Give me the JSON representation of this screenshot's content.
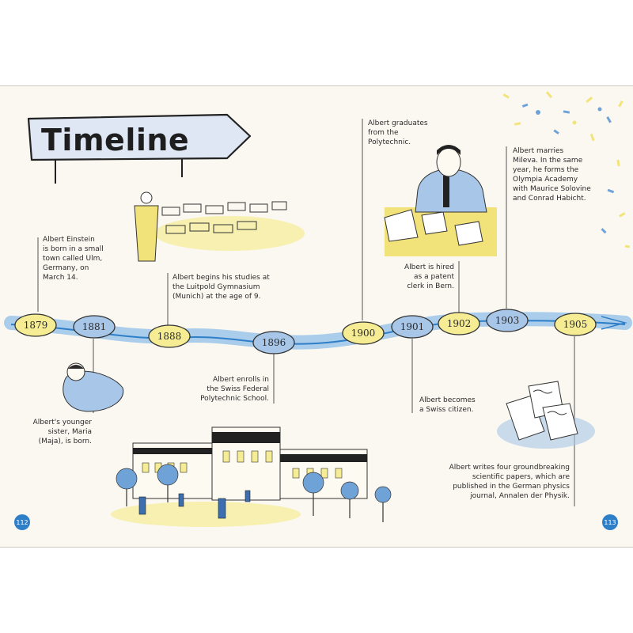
{
  "title": "Timeline",
  "colors": {
    "river": "#a9cdea",
    "riverLine": "#2f7fc8",
    "yellow": "#f5ec94",
    "blue": "#a8c6e8",
    "page": "#fbf8f1"
  },
  "years": [
    "1879",
    "1881",
    "1888",
    "1896",
    "1900",
    "1901",
    "1902",
    "1903",
    "1905"
  ],
  "events": {
    "e1879": [
      "Albert Einstein",
      "is born in a small",
      "town called Ulm,",
      "Germany, on",
      "March 14."
    ],
    "e1881": [
      "Albert's younger",
      "sister, Maria",
      "(Maja), is born."
    ],
    "e1888": [
      "Albert begins his studies at",
      "the Luitpold Gymnasium",
      "(Munich) at the age of 9."
    ],
    "e1896": [
      "Albert enrolls in",
      "the Swiss Federal",
      "Polytechnic School."
    ],
    "e1900": [
      "Albert graduates",
      "from the",
      "Polytechnic."
    ],
    "e1901": [
      "Albert becomes",
      "a Swiss citizen."
    ],
    "e1902": [
      "Albert is hired",
      "as a patent",
      "clerk in Bern."
    ],
    "e1903": [
      "Albert marries",
      "Mileva. In the same",
      "year, he forms the",
      "Olympia Academy",
      "with Maurice Solovine",
      "and Conrad Habicht."
    ],
    "e1905": [
      "Albert writes four groundbreaking",
      "scientific papers, which are",
      "published in the German physics",
      "journal, Annalen der Physik."
    ]
  },
  "pages": {
    "left": "112",
    "right": "113"
  }
}
